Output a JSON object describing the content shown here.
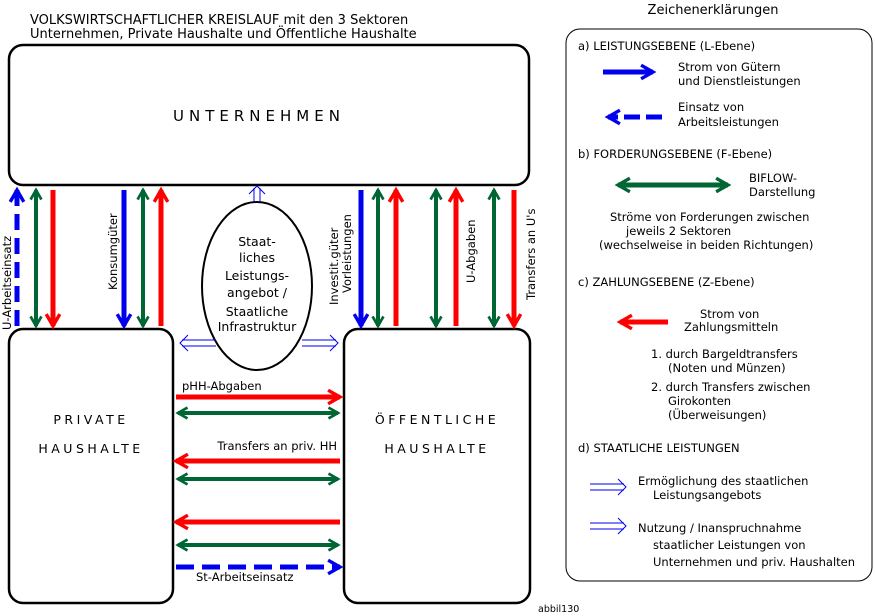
{
  "header": {
    "line1": "VOLKSWIRTSCHAFTLICHER  KREISLAUF  mit den 3 Sektoren",
    "line2": "Unternehmen, Private Haushalte und Öffentliche Haushalte"
  },
  "boxes": {
    "unternehmen": "UNTERNEHMEN",
    "private_1": "PRIVATE",
    "private_2": "HAUSHALTE",
    "oeffentliche_1": "ÖFFENTLICHE",
    "oeffentliche_2": "HAUSHALTE"
  },
  "center_ellipse": [
    "Staat-",
    "liches",
    "Leistungs-",
    "angebot /",
    "Staatliche",
    "Infrastruktur"
  ],
  "flow_labels": {
    "u_arbeitseinsatz": "U-Arbeitseinsatz",
    "konsumgueter": "Konsumgüter",
    "investitgueter": "Investit.güter",
    "vorleistungen": "Vorleistungen",
    "u_abgaben": "U-Abgaben",
    "transfers_u": "Transfers an U's",
    "phh_abgaben": "pHH-Abgaben",
    "transfers_hh": "Transfers an priv. HH",
    "st_arbeitseinsatz": "St-Arbeitseinsatz"
  },
  "legend": {
    "title": "Zeichenerklärungen",
    "a_title": "a) LEISTUNGSEBENE (L-Ebene)",
    "a1_line1": "Strom von Gütern",
    "a1_line2": "und Dienstleistungen",
    "a2_line1": "Einsatz von",
    "a2_line2": "Arbeitsleistungen",
    "b_title": "b) FORDERUNGSEBENE (F-Ebene)",
    "b1_line1": "BIFLOW-",
    "b1_line2": "Darstellung",
    "b2_line1": "Ströme von Forderungen zwischen",
    "b2_line2": "jeweils 2 Sektoren",
    "b2_line3": "(wechselweise in beiden Richtungen)",
    "c_title": "c) ZAHLUNGSEBENE (Z-Ebene)",
    "c1_line1": "Strom von",
    "c1_line2": "Zahlungsmitteln",
    "c2_line1": "1.  durch Bargeldtransfers",
    "c2_line2": "(Noten und Münzen)",
    "c3_line1": "2.  durch Transfers zwischen",
    "c3_line2": "Girokonten",
    "c3_line3": "(Überweisungen)",
    "d_title": "d) STAATLICHE  LEISTUNGEN",
    "d1_line1": "Ermöglichung des staatlichen",
    "d1_line2": "Leistungsangebots",
    "d2_line1": "Nutzung / Inanspruchnahme",
    "d2_line2": "staatlicher  Leistungen von",
    "d2_line3": "Unternehmen und priv. Haushalten"
  },
  "footer": "abbil130",
  "colors": {
    "blue": "#0000ee",
    "green": "#006633",
    "red": "#ff0000",
    "black": "#000000"
  }
}
